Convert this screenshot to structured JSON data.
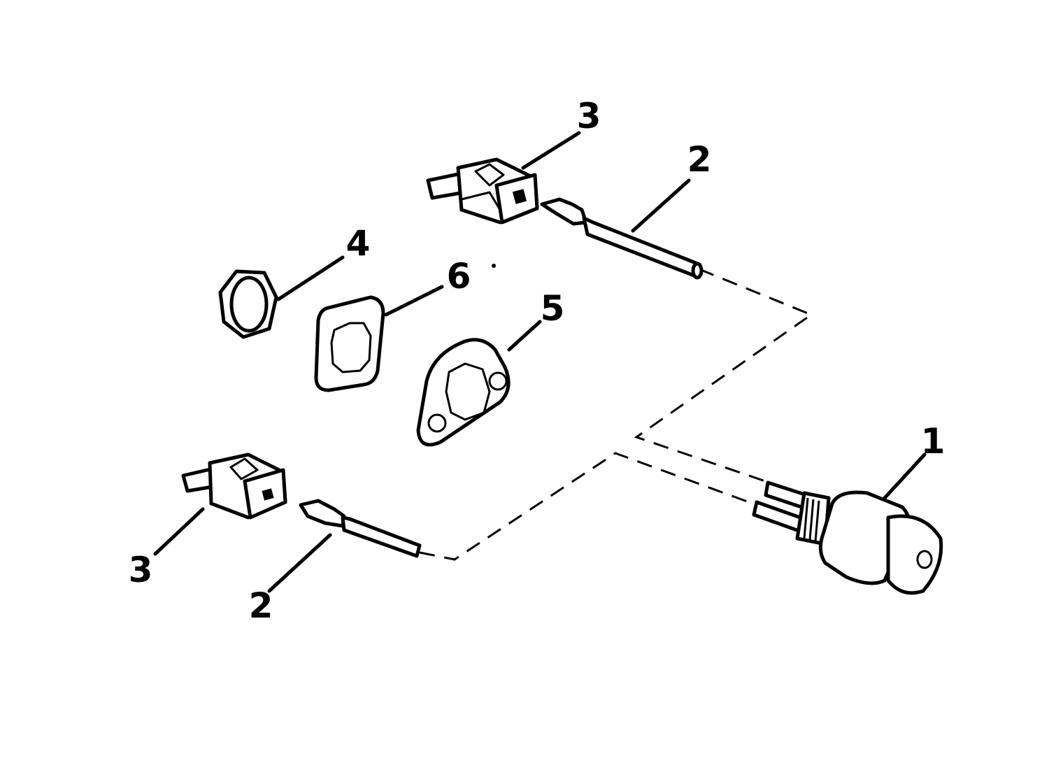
{
  "callouts": {
    "c1": "1",
    "c2_top": "2",
    "c2_bottom": "2",
    "c3_top": "3",
    "c3_bottom": "3",
    "c4": "4",
    "c5": "5",
    "c6": "6"
  },
  "parts": [
    {
      "number": "1",
      "icon": "temperature-sender-icon"
    },
    {
      "number": "2",
      "icon": "wire-terminal-icon"
    },
    {
      "number": "3",
      "icon": "connector-boot-icon"
    },
    {
      "number": "4",
      "icon": "hex-nut-icon"
    },
    {
      "number": "5",
      "icon": "mounting-gasket-icon"
    },
    {
      "number": "6",
      "icon": "rectangular-gasket-icon"
    }
  ],
  "colors": {
    "line": "#000000",
    "background": "#ffffff"
  }
}
